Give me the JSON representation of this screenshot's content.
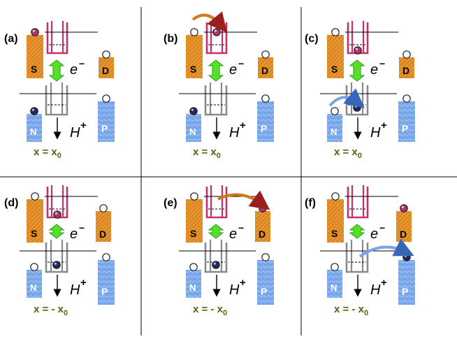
{
  "colors": {
    "orange": "#e8952e",
    "orange_dark": "#b86a12",
    "blue": "#6f9fe6",
    "blue_dark": "#3f6fc2",
    "dot_white": "#ffffff",
    "electron": "#b0336e",
    "proton": "#1e2a63",
    "well_electron": "#c8306a",
    "well_proton": "#8a8a8a",
    "green_arrow": "#55e02a",
    "position_text": "#4b6b12",
    "hop_electron": "#d07a1e",
    "hop_proton": "#7aa3e6"
  },
  "icons": {
    "exchange": "double-headed-green-arrow",
    "hop": "curved-hop-arrow",
    "motion": "downward-arrow"
  },
  "panels": [
    {
      "label": "(a)",
      "position": "x = x",
      "subscript": "0"
    },
    {
      "label": "(b)",
      "position": "x = x",
      "subscript": "0"
    },
    {
      "label": "(c)",
      "position": "x = x",
      "subscript": "0"
    },
    {
      "label": "(d)",
      "position": "x = - x",
      "subscript": "0"
    },
    {
      "label": "(e)",
      "position": "x = - x",
      "subscript": "0"
    },
    {
      "label": "(f)",
      "position": "x = - x",
      "subscript": "0"
    }
  ],
  "labels": {
    "source": "S",
    "drain": "D",
    "n_label": "N",
    "p_label": "P",
    "electron": "e",
    "electron_sup": "−",
    "proton": "H",
    "proton_sup": "+"
  }
}
